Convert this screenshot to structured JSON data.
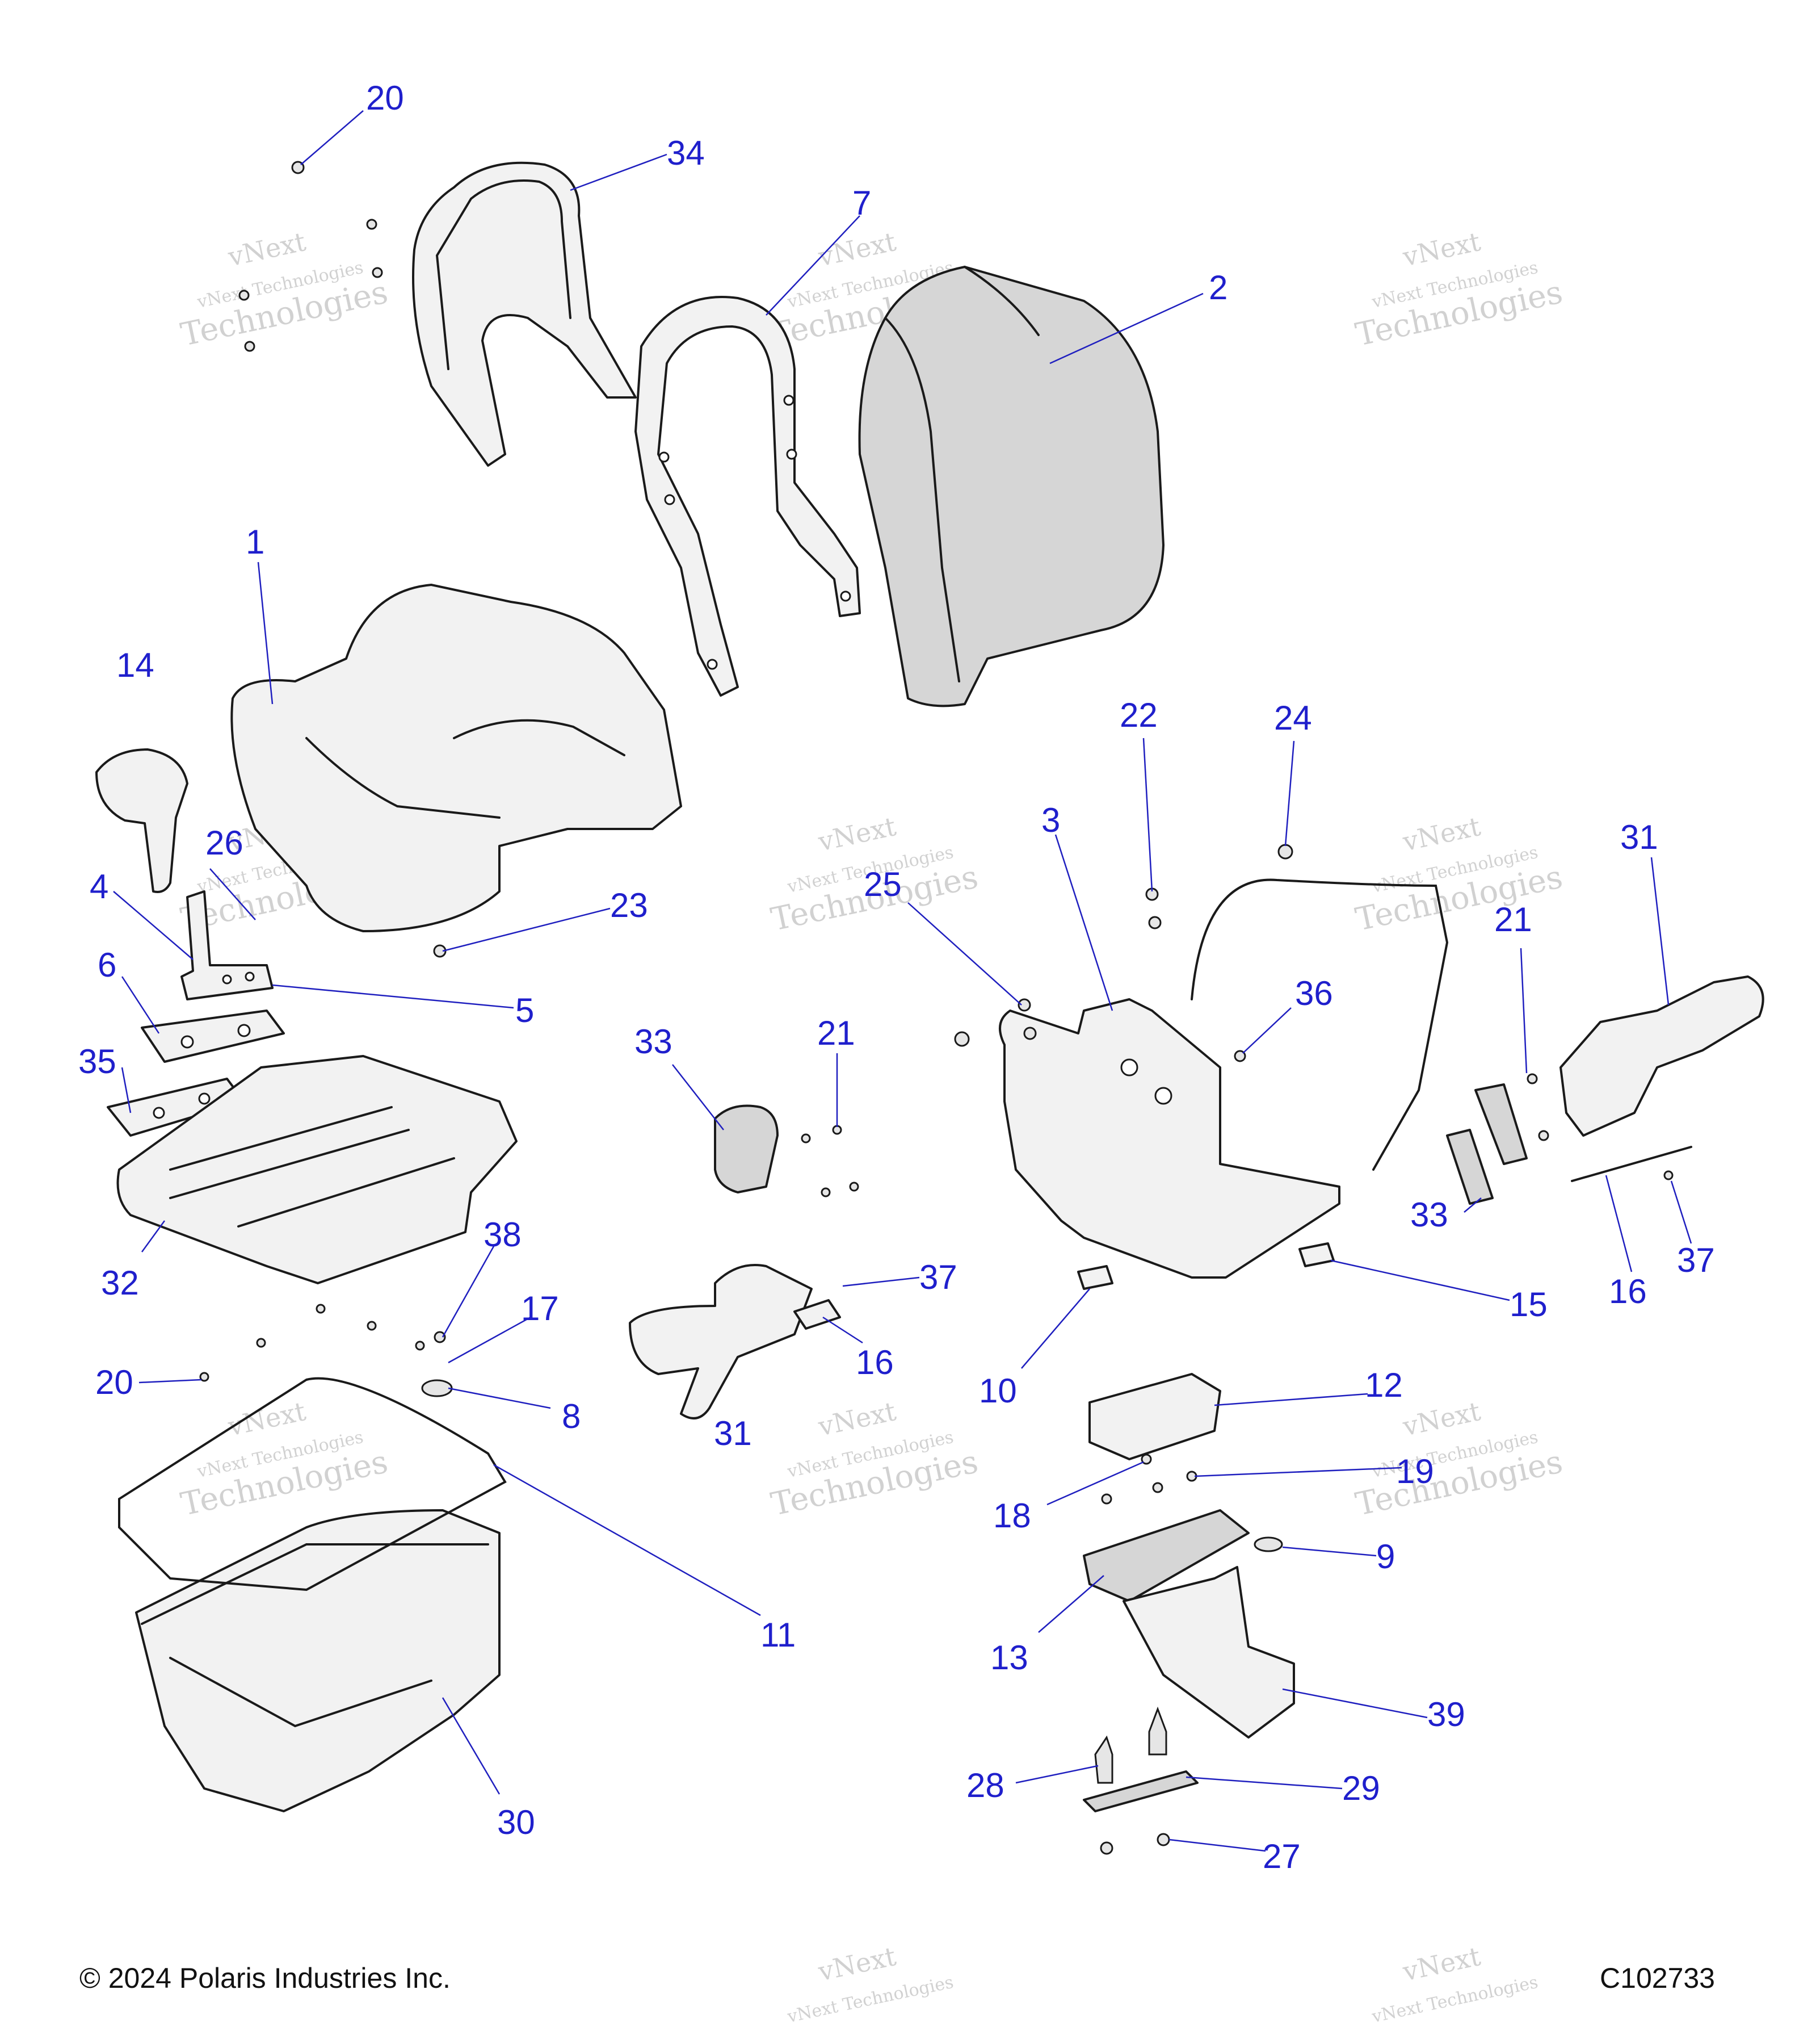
{
  "watermark": {
    "brand": "vNext",
    "line": "vNext Technologies",
    "big": "Technologies"
  },
  "footer": {
    "copyright": "© 2024 Polaris Industries Inc.",
    "figure_id": "C102733"
  },
  "callouts": [
    {
      "n": "20"
    },
    {
      "n": "34"
    },
    {
      "n": "7"
    },
    {
      "n": "2"
    },
    {
      "n": "1"
    },
    {
      "n": "14"
    },
    {
      "n": "26"
    },
    {
      "n": "4"
    },
    {
      "n": "23"
    },
    {
      "n": "6"
    },
    {
      "n": "5"
    },
    {
      "n": "35"
    },
    {
      "n": "32"
    },
    {
      "n": "38"
    },
    {
      "n": "17"
    },
    {
      "n": "20"
    },
    {
      "n": "8"
    },
    {
      "n": "11"
    },
    {
      "n": "30"
    },
    {
      "n": "33"
    },
    {
      "n": "21"
    },
    {
      "n": "37"
    },
    {
      "n": "16"
    },
    {
      "n": "31"
    },
    {
      "n": "22"
    },
    {
      "n": "24"
    },
    {
      "n": "3"
    },
    {
      "n": "25"
    },
    {
      "n": "36"
    },
    {
      "n": "10"
    },
    {
      "n": "15"
    },
    {
      "n": "12"
    },
    {
      "n": "18"
    },
    {
      "n": "19"
    },
    {
      "n": "9"
    },
    {
      "n": "13"
    },
    {
      "n": "39"
    },
    {
      "n": "28"
    },
    {
      "n": "29"
    },
    {
      "n": "27"
    },
    {
      "n": "31"
    },
    {
      "n": "21"
    },
    {
      "n": "33"
    },
    {
      "n": "16"
    },
    {
      "n": "37"
    }
  ]
}
